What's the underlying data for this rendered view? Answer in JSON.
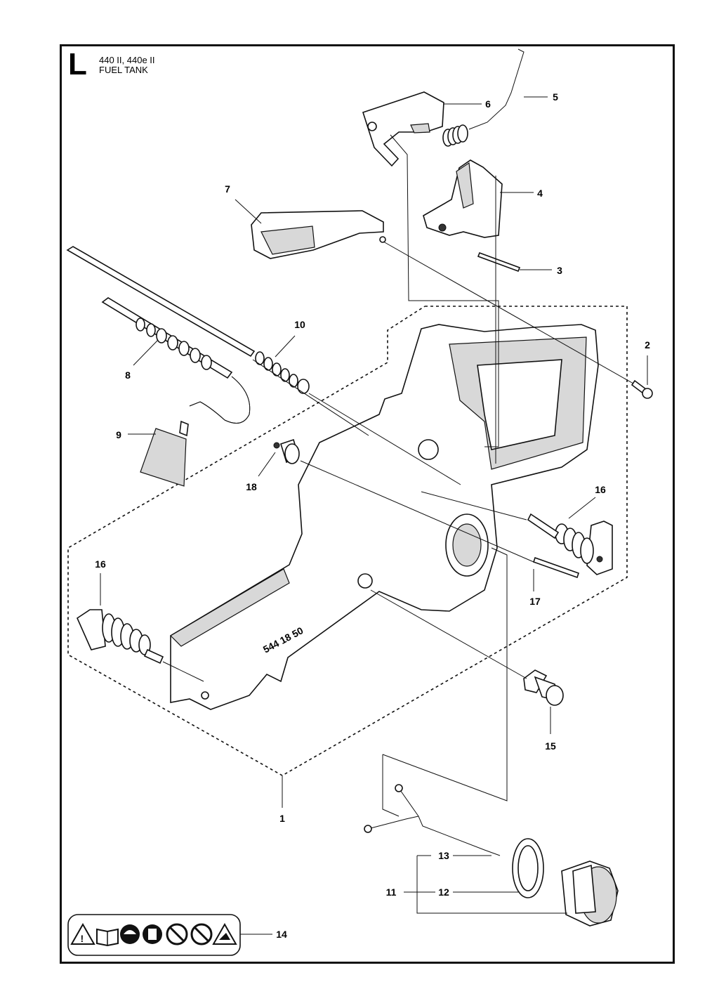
{
  "header": {
    "section_letter": "L",
    "model": "440 II, 440e II",
    "title": "FUEL TANK"
  },
  "callouts": [
    "1",
    "2",
    "3",
    "4",
    "5",
    "6",
    "7",
    "8",
    "9",
    "10",
    "11",
    "12",
    "13",
    "14",
    "15",
    "16",
    "16",
    "17",
    "18"
  ],
  "tank_marking": "544 18 50",
  "warning_icons": [
    "warning-triangle-icon",
    "manual-book-icon",
    "helmet-icon",
    "gloves-icon",
    "no-smoking-icon",
    "no-one-hand-icon",
    "kickback-warning-icon"
  ]
}
